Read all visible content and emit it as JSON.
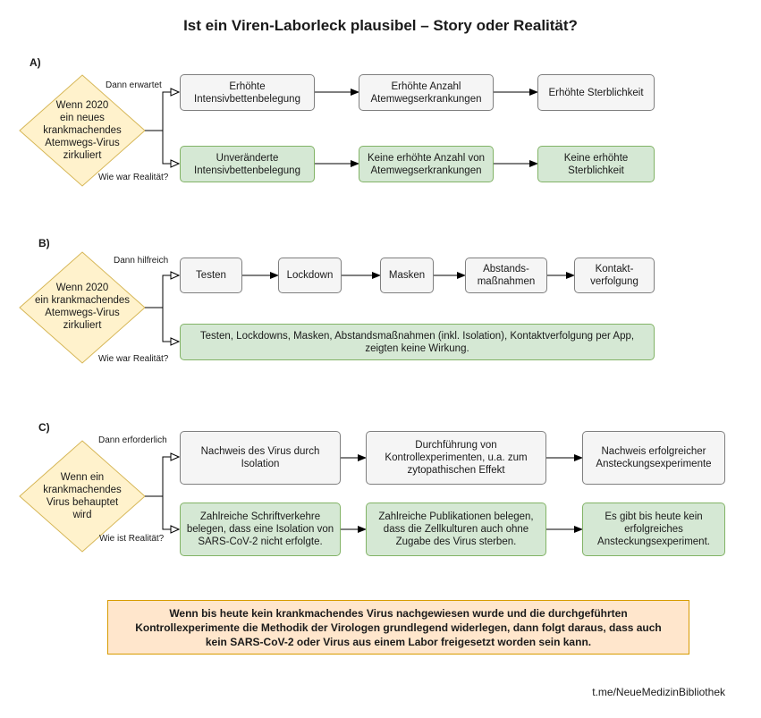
{
  "title": "Ist ein Viren-Laborleck plausibel – Story oder Realität?",
  "sections": [
    {
      "label": "A)",
      "condition": "Wenn 2020\nein neues\nkrankmachendes\nAtemwegs-Virus\nzirkuliert",
      "top_label": "Dann erwartet",
      "bottom_label": "Wie war Realität?",
      "expected": [
        "Erhöhte\nIntensivbettenbelegung",
        "Erhöhte Anzahl\nAtemwegserkrankungen",
        "Erhöhte Sterblichkeit"
      ],
      "reality": [
        "Unveränderte\nIntensivbettenbelegung",
        "Keine erhöhte Anzahl von\nAtemwegserkrankungen",
        "Keine erhöhte\nSterblichkeit"
      ]
    },
    {
      "label": "B)",
      "condition": "Wenn 2020\nein krankmachendes\nAtemwegs-Virus\nzirkuliert",
      "top_label": "Dann hilfreich",
      "bottom_label": "Wie war Realität?",
      "expected": [
        "Testen",
        "Lockdown",
        "Masken",
        "Abstands-\nmaßnahmen",
        "Kontakt-\nverfolgung"
      ],
      "reality": [
        "Testen, Lockdowns, Masken, Abstandsmaßnahmen (inkl. Isolation), Kontaktverfolgung per App,\nzeigten keine Wirkung."
      ]
    },
    {
      "label": "C)",
      "condition": "Wenn ein\nkrankmachendes\nVirus behauptet\nwird",
      "top_label": "Dann erforderlich",
      "bottom_label": "Wie ist Realität?",
      "expected": [
        "Nachweis des Virus durch\nIsolation",
        "Durchführung von\nKontrollexperimenten, u.a. zum\nzytopathischen Effekt",
        "Nachweis erfolgreicher\nAnsteckungsexperimente"
      ],
      "reality": [
        "Zahlreiche Schriftverkehre\nbelegen, dass eine Isolation von\nSARS-CoV-2 nicht erfolgte.",
        "Zahlreiche Publikationen belegen,\ndass die Zellkulturen auch ohne\nZugabe des Virus sterben.",
        "Es gibt bis heute kein\nerfolgreiches\nAnsteckungsexperiment."
      ]
    }
  ],
  "conclusion": "Wenn bis heute kein krankmachendes Virus nachgewiesen wurde und die durchgeführten\nKontrollexperimente die Methodik der Virologen grundlegend widerlegen, dann folgt daraus, dass auch\nkein SARS-CoV-2 oder Virus aus einem Labor freigesetzt worden sein kann.",
  "credit": "t.me/NeueMedizinBibliothek",
  "colors": {
    "decision_fill": "#fff2cc",
    "decision_stroke": "#d6b656",
    "expected_fill": "#f5f5f5",
    "expected_stroke": "#7f7f7f",
    "reality_fill": "#d5e8d4",
    "reality_stroke": "#82b366",
    "note_fill": "#ffe6cc",
    "note_stroke": "#d79b00"
  }
}
